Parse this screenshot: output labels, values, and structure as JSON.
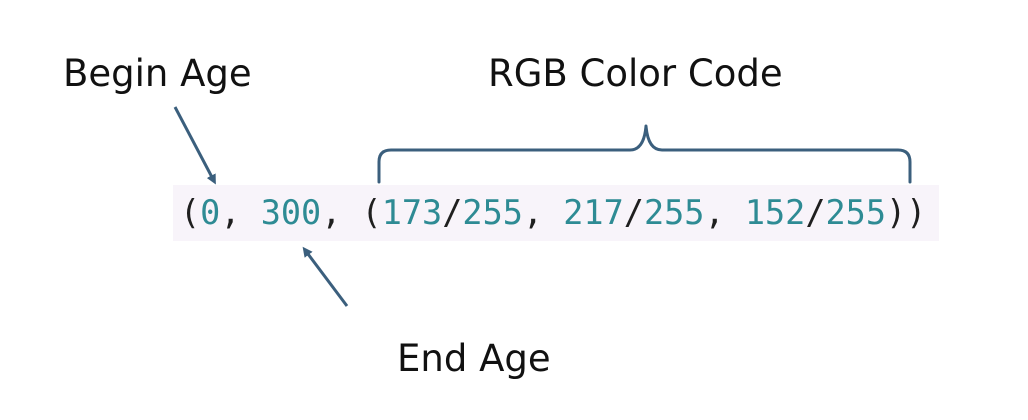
{
  "labels": {
    "begin_age": "Begin Age",
    "rgb_color_code": "RGB Color Code",
    "end_age": "End Age"
  },
  "code": {
    "open_paren": "(",
    "begin_value": "0",
    "sep1": ", ",
    "end_value": "300",
    "sep2": ", ",
    "tuple_open": "(",
    "r_value": "173",
    "r_div": "/",
    "r_denominator": "255",
    "sep3": ", ",
    "g_value": "217",
    "g_div": "/",
    "g_denominator": "255",
    "sep4": ", ",
    "b_value": "152",
    "b_div": "/",
    "b_denominator": "255",
    "close_parens": "))"
  },
  "colors": {
    "number": "#2e8b94",
    "punctuation": "#1f1f1f",
    "arrow": "#3b5f7d",
    "brace": "#3b5f7d",
    "code_background": "#f8f4fa"
  }
}
